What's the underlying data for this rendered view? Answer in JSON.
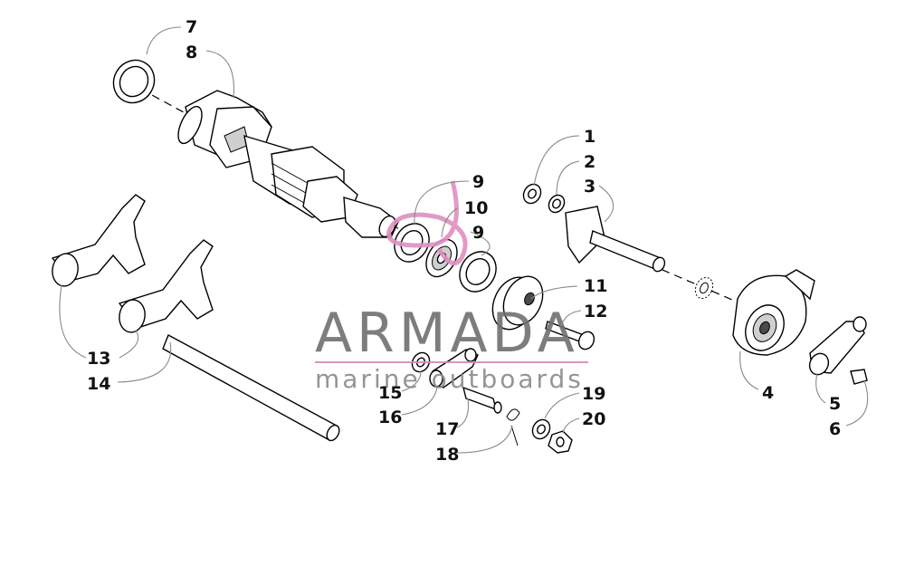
{
  "diagram": {
    "callouts": [
      "1",
      "2",
      "3",
      "4",
      "5",
      "6",
      "7",
      "8",
      "9",
      "10",
      "9",
      "11",
      "12",
      "13",
      "14",
      "15",
      "16",
      "17",
      "18",
      "19",
      "20"
    ]
  },
  "watermark": {
    "brand": "ARMADA",
    "tagline": "marine outboards",
    "accent_color": "#d889b8",
    "text_color": "#6f6f6f"
  }
}
